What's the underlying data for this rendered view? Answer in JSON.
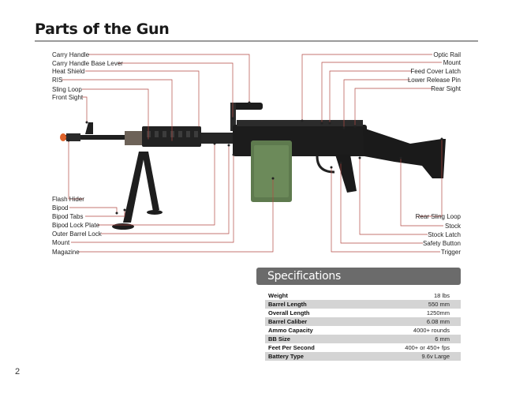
{
  "page": {
    "title": "Parts of the Gun",
    "page_number": "2"
  },
  "labels_left_top": [
    "Carry Handle",
    "Carry Handle Base Lever",
    "Heat Shield",
    "RIS",
    "Sling Loop",
    "Front Sight"
  ],
  "labels_left_bottom": [
    "Flash Hider",
    "Bipod",
    "Bipod Tabs",
    "Bipod Lock Plate",
    "Outer Barrel Lock",
    "Mount",
    "Magazine"
  ],
  "labels_right_top": [
    "Optic Rail",
    "Mount",
    "Feed Cover Latch",
    "Lower Release Pin",
    "Rear Sight"
  ],
  "labels_right_bottom": [
    "Rear Sling Loop",
    "Stock",
    "Stock Latch",
    "Safety Button",
    "Trigger"
  ],
  "specifications": {
    "header": "Specifications",
    "rows": [
      {
        "key": "Weight",
        "value": "18 lbs"
      },
      {
        "key": "Barrel Length",
        "value": "550 mm"
      },
      {
        "key": "Overall Length",
        "value": "1250mm"
      },
      {
        "key": "Barrel Caliber",
        "value": "6.08 mm"
      },
      {
        "key": "Ammo Capacity",
        "value": "4000+ rounds"
      },
      {
        "key": "BB Size",
        "value": "6 mm"
      },
      {
        "key": "Feet Per Second",
        "value": "400+ or 450+ fps"
      },
      {
        "key": "Battery Type",
        "value": "9.6v Large"
      }
    ]
  },
  "colors": {
    "leader_line": "#c0392b",
    "gun_body": "#1c1c1c",
    "magazine": "#5e7a4e",
    "spec_header_bg": "#6b6b6b",
    "row_shade": "#d4d4d4"
  }
}
